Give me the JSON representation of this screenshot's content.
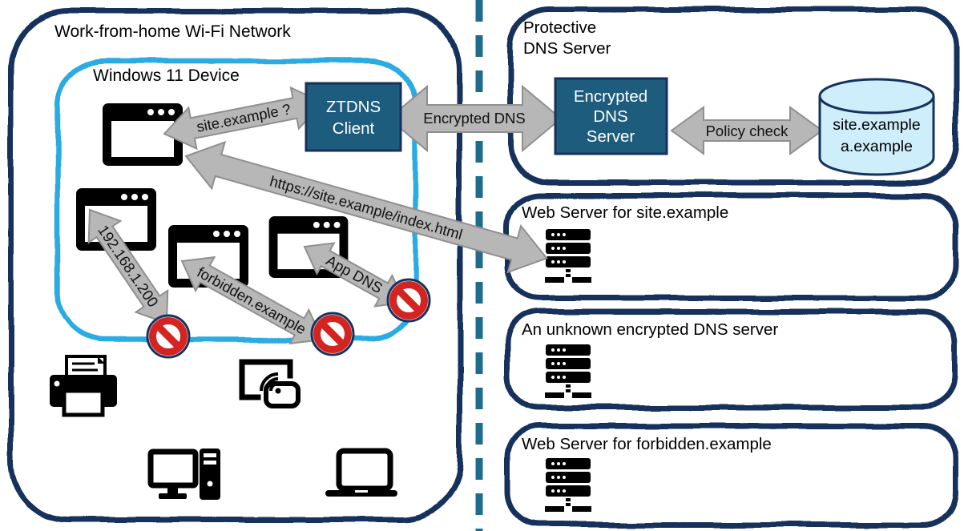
{
  "diagram_title": "ZTDNS network architecture diagram",
  "left_network": {
    "title": "Work-from-home Wi-Fi Network",
    "device": {
      "title": "Windows 11 Device",
      "ztdns_client": {
        "line1": "ZTDNS",
        "line2": "Client"
      }
    }
  },
  "arrows": {
    "site_query": "site.example ?",
    "encrypted_dns": "Encrypted DNS",
    "https_request": "https://site.example/index.html",
    "local_ip": "192.168.1.200",
    "forbidden": "forbidden.example",
    "app_dns": "App DNS",
    "policy_check": "Policy check"
  },
  "right_panels": {
    "protective_dns": {
      "title_line1": "Protective",
      "title_line2": "DNS Server",
      "encrypted_server": {
        "line1": "Encrypted",
        "line2": "DNS",
        "line3": "Server"
      },
      "database": {
        "line1": "site.example",
        "line2": "a.example"
      }
    },
    "web_server_site": {
      "title": "Web Server for site.example"
    },
    "unknown_dns": {
      "title": "An unknown encrypted DNS server"
    },
    "web_server_forbidden": {
      "title": "Web Server for forbidden.example"
    }
  },
  "icons": {
    "browser_windows": 4,
    "blocked_signs": 3,
    "server_racks": 3,
    "devices": [
      "printer",
      "wireless-display",
      "desktop-computer",
      "laptop"
    ],
    "database": "cylinder"
  },
  "colors": {
    "navy_border": "#16325c",
    "cyan_border": "#29abe2",
    "teal_node_fill": "#1e5c7e",
    "dashed_line": "#1f6b8d",
    "arrow_fill": "#b7b7b7",
    "arrow_stroke": "#8f8f8f",
    "blocked_red": "#d42421",
    "database_fill": "#cfeefc"
  }
}
